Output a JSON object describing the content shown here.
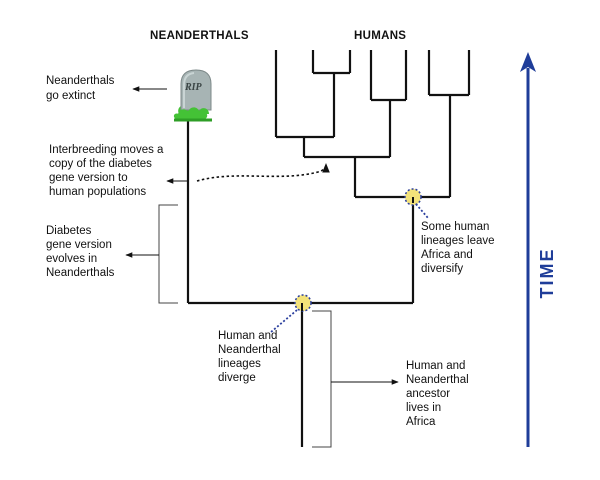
{
  "headers": {
    "neanderthals": "NEANDERTHALS",
    "humans": "HUMANS"
  },
  "labels": {
    "extinct": [
      "Neanderthals",
      "go extinct"
    ],
    "interbreeding": [
      "Interbreeding moves a",
      "copy of the diabetes",
      "gene version to",
      "human populations"
    ],
    "diabetes": [
      "Diabetes",
      "gene version",
      "evolves in",
      "Neanderthals"
    ],
    "leave_africa": [
      "Some human",
      "lineages leave",
      "Africa and",
      "diversify"
    ],
    "diverge": [
      "Human and",
      "Neanderthal",
      "lineages",
      "diverge"
    ],
    "ancestor": [
      "Human and",
      "Neanderthal",
      "ancestor",
      "lives in",
      "Africa"
    ]
  },
  "tombstone": {
    "text": "RIP"
  },
  "time_axis": {
    "label": "TIME"
  },
  "colors": {
    "time_arrow": "#1f3d99",
    "node_fill": "#f3e27a",
    "node_ring": "#2b3f9e",
    "tombstone_grass": "#44c236",
    "tombstone_stone": "#a7b4b4"
  }
}
